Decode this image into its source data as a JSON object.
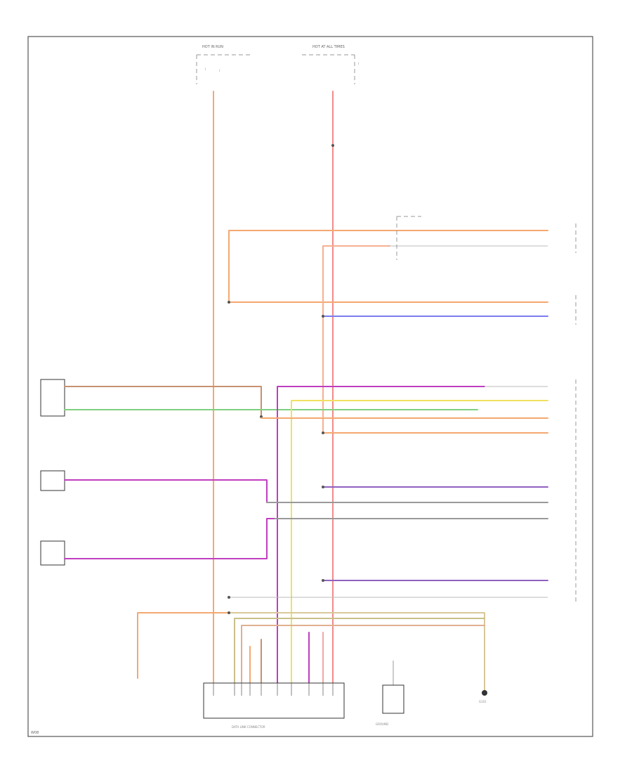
{
  "diagram": {
    "colors": {
      "orange": "#f5a870",
      "red": "#f08a8a",
      "pink": "#f0a8a8",
      "blue": "#7b7bef",
      "purple": "#c03ec0",
      "green": "#7fd07f",
      "yellow": "#f0e060",
      "brown": "#c89070",
      "gray": "#999999",
      "tan": "#d8c898",
      "olive": "#c8c08a",
      "frame": "#444444"
    },
    "components": {
      "top_left_fuse": "HOT IN RUN",
      "top_right_fuse": "HOT AT ALL TIMES",
      "bottom_main_connector": "DATA LINK CONNECTOR",
      "bottom_center_component": "GROUND",
      "bottom_right_ground": "G101"
    },
    "footer_code": "W08"
  }
}
